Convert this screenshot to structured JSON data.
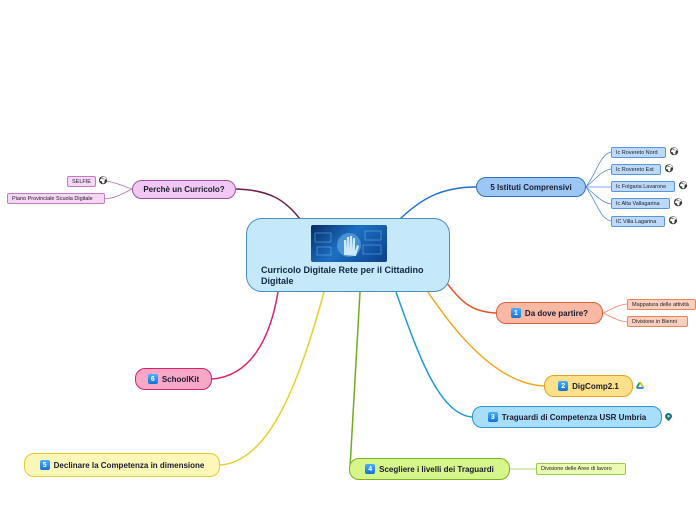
{
  "central": {
    "title": "Curricolo Digitale Rete per il Cittadino Digitale"
  },
  "branches": {
    "perche": {
      "label": "Perchè un Curricolo?",
      "leaves": [
        "SELFIE",
        "Piano Provinciale Scuola Digitale"
      ]
    },
    "istituti": {
      "label": "5 Istituti Comprensivi",
      "leaves": [
        "Ic Rovereto Nord",
        "Ic Rovereto Est",
        "Ic Folgaria Lavarone",
        "Ic Alta Vallagarina",
        "IC Villa Lagarina"
      ]
    },
    "dove": {
      "number": "1",
      "label": "Da dove partire?",
      "leaves": [
        "Mappatura delle attività",
        "Divisione in Bienni"
      ]
    },
    "digcomp": {
      "number": "2",
      "label": "DigComp2.1"
    },
    "traguardi": {
      "number": "3",
      "label": "Traguardi di Competenza USR Umbria"
    },
    "scegliere": {
      "number": "4",
      "label": "Scegliere i livelli dei Traguardi",
      "leaves": [
        "Divisione delle Aree di lavoro"
      ]
    },
    "declinare": {
      "number": "5",
      "label": "Declinare la Competenza in dimensione"
    },
    "schoolkit": {
      "number": "6",
      "label": "SchoolKit"
    }
  },
  "icons": {
    "link": "globe-icon",
    "drive": "drive-icon",
    "map": "map-pin-icon"
  },
  "colors": {
    "central_fill": "#c6e8fb",
    "istituti": "#1f6ed4",
    "perche": "#6b1d4a",
    "dove": "#e8532a",
    "digcomp": "#f0a71b",
    "traguardi": "#1e9bd7",
    "scegliere": "#6fae1a",
    "declinare": "#e8cf2a",
    "schoolkit": "#e0206e"
  }
}
